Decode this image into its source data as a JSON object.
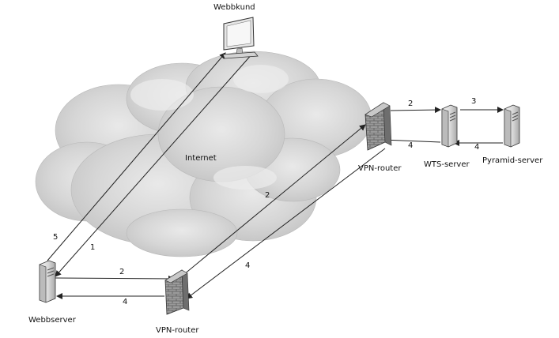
{
  "nodes": {
    "client": "Webbkund",
    "internet": "Internet",
    "webserver": "Webbserver",
    "vpn_left": "VPN-router",
    "vpn_right": "VPN-router",
    "wts": "WTS-server",
    "pyramid": "Pyramid-server"
  },
  "arrows": {
    "ws_to_client": "5",
    "client_to_ws": "1",
    "ws_to_vpnleft": "2",
    "vpnleft_to_ws": "4",
    "vpnleft_to_vpnright": "2",
    "vpnright_to_vpnleft": "4",
    "vpnright_to_wts": "2",
    "wts_to_vpnright": "4",
    "wts_to_pyramid": "3",
    "pyramid_to_wts": "4"
  }
}
